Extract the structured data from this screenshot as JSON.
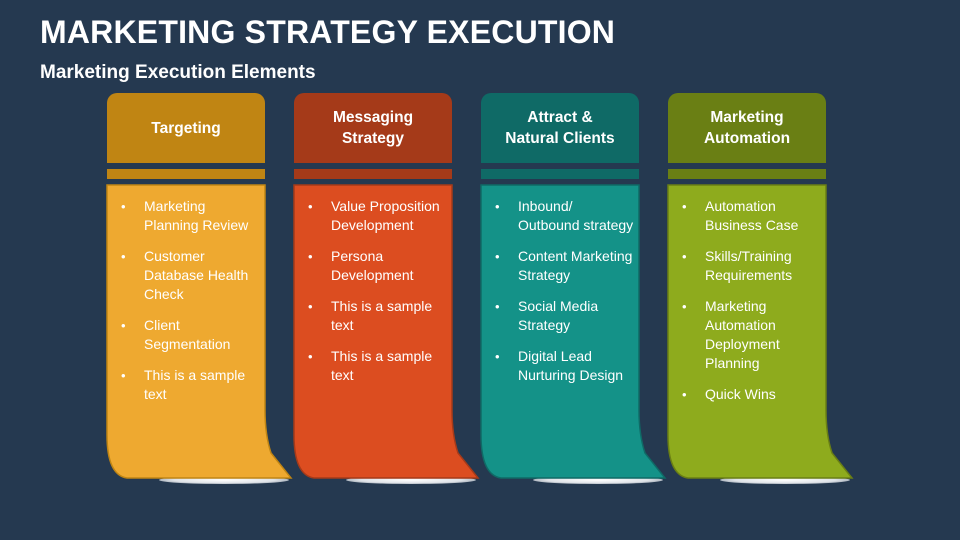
{
  "page": {
    "title": "MARKETING STRATEGY EXECUTION",
    "subtitle": "Marketing Execution Elements"
  },
  "columns": [
    {
      "heading": "Targeting",
      "header_color": "#c08513",
      "body_color": "#eea930",
      "items": [
        "Marketing Planning Review",
        "Customer Database Health Check",
        "Client Segmentation",
        "This is a sample text"
      ]
    },
    {
      "heading": "Messaging\nStrategy",
      "header_color": "#a53a19",
      "body_color": "#dc4d20",
      "items": [
        "Value Proposition Development",
        "Persona Development",
        "This is a sample text",
        "This is a sample text"
      ]
    },
    {
      "heading": "Attract &\nNatural Clients",
      "header_color": "#0f6a66",
      "body_color": "#149288",
      "items": [
        "Inbound/ Outbound strategy",
        "Content Marketing Strategy",
        "Social Media Strategy",
        "Digital Lead Nurturing Design"
      ]
    },
    {
      "heading": "Marketing\nAutomation",
      "header_color": "#6a7f14",
      "body_color": "#8eab1d",
      "items": [
        "Automation Business Case",
        "Skills/Training Requirements",
        "Marketing Automation Deployment Planning",
        "Quick Wins"
      ]
    }
  ]
}
